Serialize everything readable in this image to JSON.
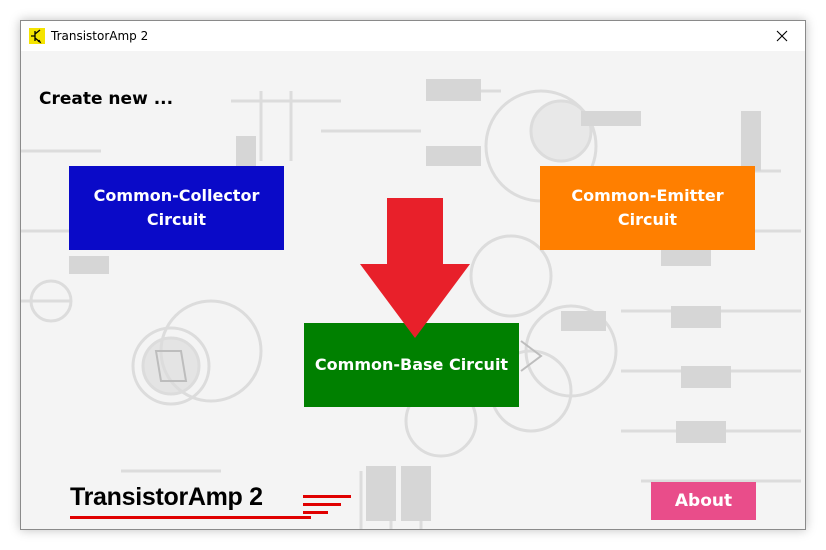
{
  "window": {
    "title": "TransistorAmp 2"
  },
  "main": {
    "create_label": "Create new ...",
    "common_collector": "Common-Collector\nCircuit",
    "common_emitter": "Common-Emitter\nCircuit",
    "common_base": "Common-Base Circuit",
    "about": "About",
    "logo": "TransistorAmp 2"
  },
  "colors": {
    "common_collector": "#0a0ac8",
    "common_emitter": "#ff7f00",
    "common_base": "#008000",
    "about": "#e94d8a",
    "arrow": "#e8202a",
    "logo_lines": "#e00000"
  },
  "icons": {
    "app": "transistor-app-icon",
    "close": "close-icon",
    "arrow": "arrow-down-icon"
  }
}
